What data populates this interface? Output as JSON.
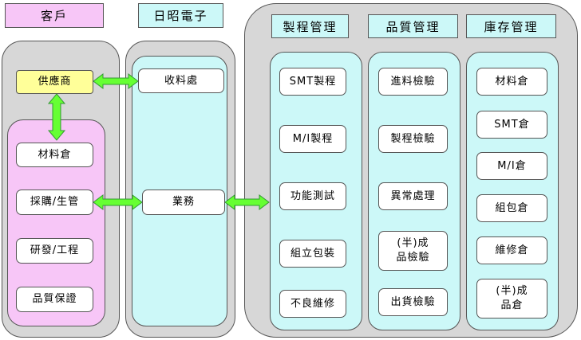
{
  "colors": {
    "pink": "#f7c6f7",
    "cyan": "#ccf8f8",
    "gray": "#d7d7d7",
    "yellow": "#ffff99",
    "arrow_fill": "#66ff33",
    "arrow_stroke": "#339933"
  },
  "headers": {
    "customer": "客戶",
    "company": "日昭電子",
    "process_mgmt": "製程管理",
    "quality_mgmt": "品質管理",
    "inventory_mgmt": "庫存管理"
  },
  "customer_group": {
    "supplier": "供應商",
    "items": [
      "材料倉",
      "採購/生管",
      "研發/工程",
      "品質保證"
    ]
  },
  "company_group": {
    "items": [
      "收料處",
      "業務"
    ]
  },
  "process_column": {
    "items": [
      "SMT製程",
      "M/I製程",
      "功能測試",
      "組立包裝",
      "不良維修"
    ]
  },
  "quality_column": {
    "items": [
      "進料檢驗",
      "製程檢驗",
      "異常處理",
      "(半)成\n品檢驗",
      "出貨檢驗"
    ]
  },
  "inventory_column": {
    "items": [
      "材料倉",
      "SMT倉",
      "M/I倉",
      "組包倉",
      "維修倉",
      "(半)成\n品倉"
    ]
  }
}
